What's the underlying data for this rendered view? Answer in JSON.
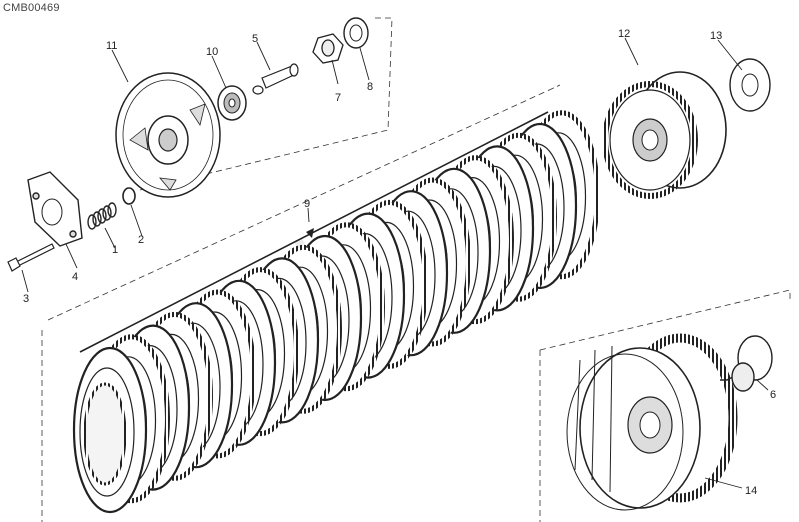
{
  "diagram_code": "CMB00469",
  "callouts": [
    "1",
    "2",
    "3",
    "4",
    "5",
    "6",
    "7",
    "8",
    "9",
    "10",
    "11",
    "12",
    "13",
    "14"
  ]
}
